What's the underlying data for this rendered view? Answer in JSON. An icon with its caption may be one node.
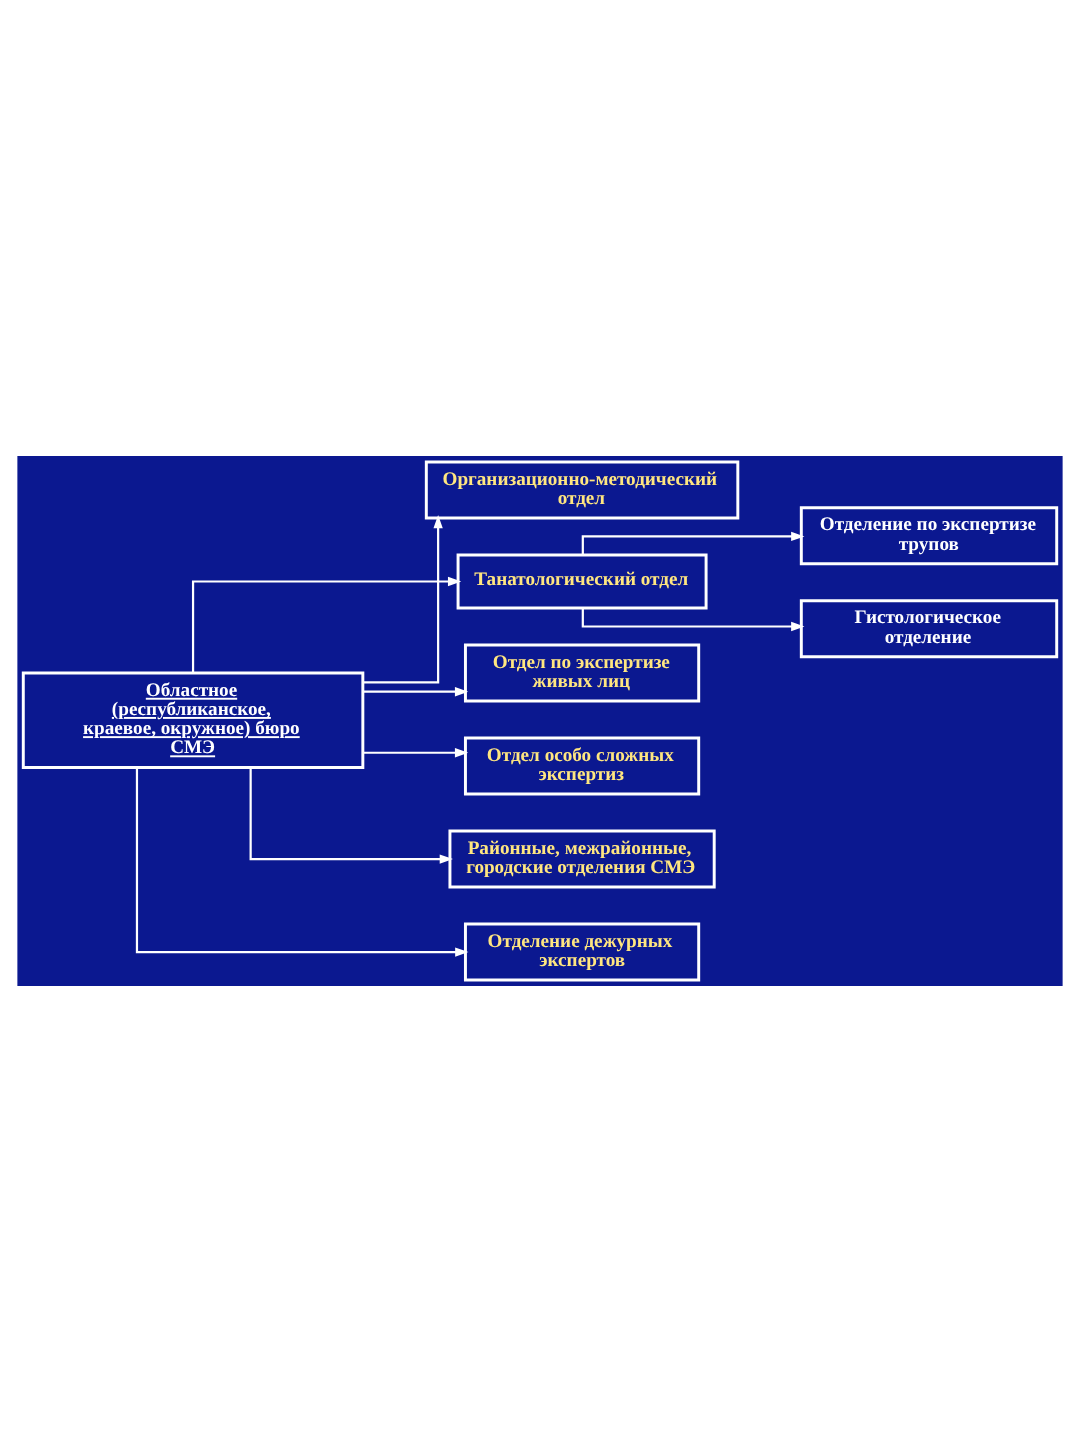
{
  "diagram": {
    "nodes": [
      {
        "text": [
          "Областное (республиканское, краевое, окружное) бюро СМЭ"
        ]
      },
      {
        "text": [
          "Организационно-методический отдел"
        ]
      },
      {
        "text": [
          "Отделение по экспертизе трупов"
        ]
      },
      {
        "text": [
          "Танатологический отдел"
        ]
      },
      {
        "text": [
          "Гистологическое отделение"
        ]
      },
      {
        "text": [
          "Отдел по экспертизе живых лиц"
        ]
      },
      {
        "text": [
          "Отдел особо сложных экспертиз"
        ]
      },
      {
        "text": [
          "Районные, межрайонные, городские отделения СМЭ"
        ]
      },
      {
        "text": [
          "Отделение дежурных экспертов"
        ]
      }
    ],
    "edges": [
      {
        "from": 0,
        "to": 1,
        "arrow": "to"
      },
      {
        "from": 0,
        "to": 3,
        "arrow": "to"
      },
      {
        "from": 3,
        "to": 2,
        "arrow": "to"
      },
      {
        "from": 3,
        "to": 4,
        "arrow": "to"
      },
      {
        "from": 0,
        "to": 5,
        "arrow": "to"
      },
      {
        "from": 0,
        "to": 6,
        "arrow": "to"
      },
      {
        "from": 0,
        "to": 7,
        "arrow": "to"
      },
      {
        "from": 0,
        "to": 8,
        "arrow": "to"
      }
    ]
  }
}
